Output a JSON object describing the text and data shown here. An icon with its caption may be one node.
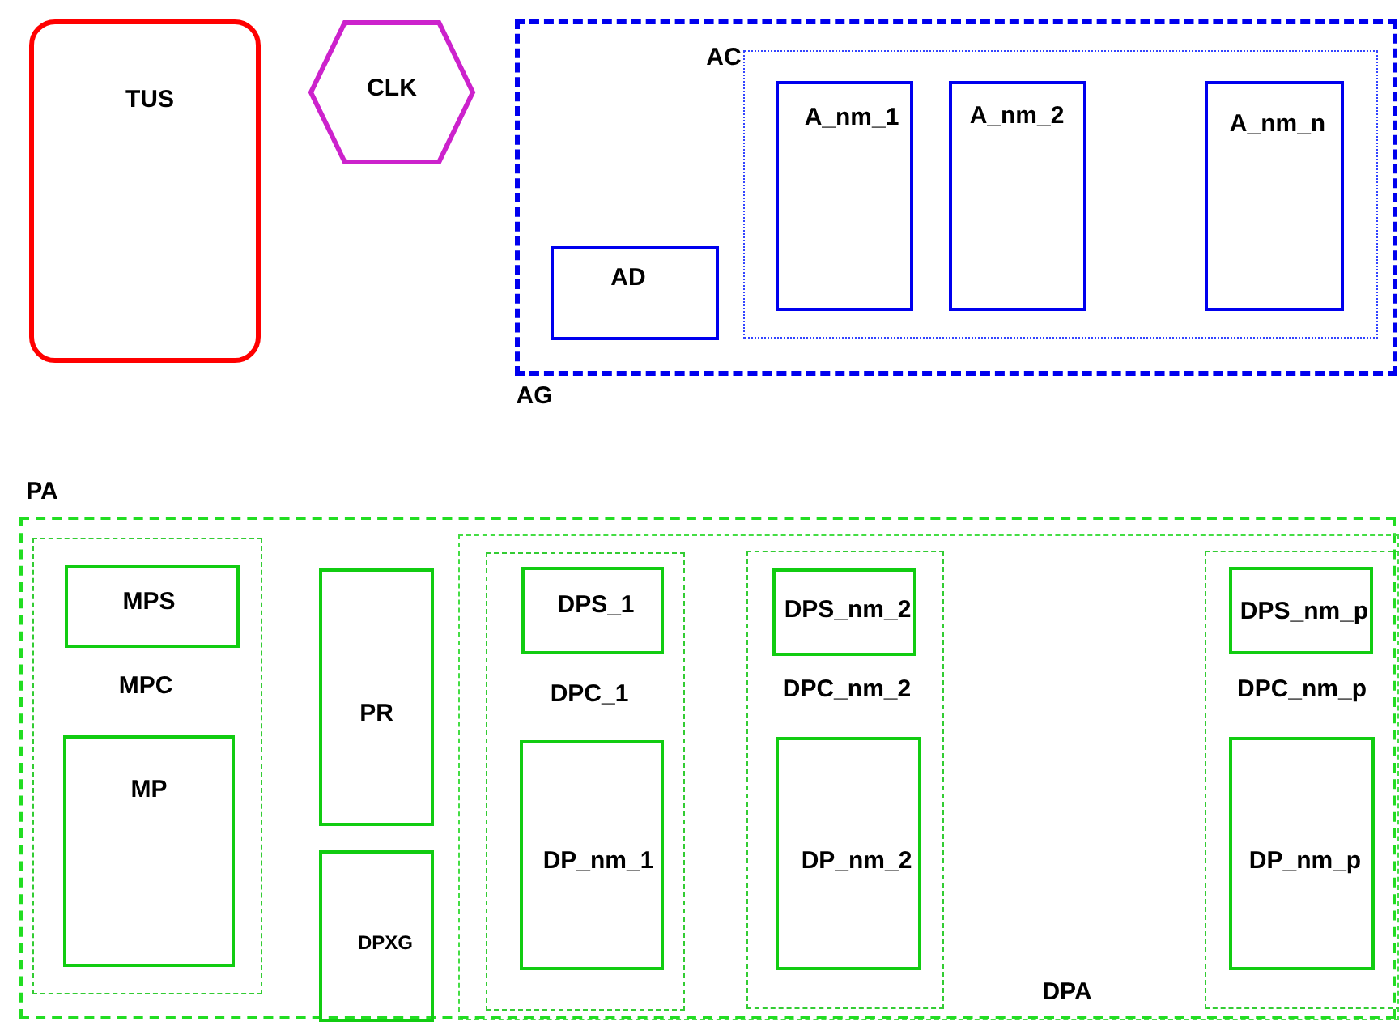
{
  "diagram": {
    "nodes": [
      {
        "text": [
          "TUS"
        ]
      },
      {
        "text": [
          "CLK"
        ]
      },
      {
        "text": [
          "AG"
        ]
      },
      {
        "text": [
          "AD"
        ],
        "in": 2
      },
      {
        "text": [
          "AC"
        ],
        "in": 2
      },
      {
        "text": [
          "A_nm_1"
        ],
        "in": 4
      },
      {
        "text": [
          "A_nm_2"
        ],
        "in": 4
      },
      {
        "text": [
          "A_nm_n"
        ],
        "in": 4
      },
      {
        "text": [
          "PA"
        ]
      },
      {
        "text": [
          "MPC"
        ],
        "in": 8
      },
      {
        "text": [
          "MPS"
        ],
        "in": 9
      },
      {
        "text": [
          "MP"
        ],
        "in": 9
      },
      {
        "text": [
          "PR"
        ],
        "in": 8
      },
      {
        "text": [
          "DPXG"
        ],
        "in": 8
      },
      {
        "text": [
          "DPA"
        ],
        "in": 8
      },
      {
        "text": [
          "DPC_1"
        ],
        "in": 14
      },
      {
        "text": [
          "DPS_1"
        ],
        "in": 15
      },
      {
        "text": [
          "DP_nm_1"
        ],
        "in": 15
      },
      {
        "text": [
          "DPC_nm_2"
        ],
        "in": 14
      },
      {
        "text": [
          "DPS_nm_2"
        ],
        "in": 18
      },
      {
        "text": [
          "DP_nm_2"
        ],
        "in": 18
      },
      {
        "text": [
          "DPC_nm_p"
        ],
        "in": 14
      },
      {
        "text": [
          "DPS_nm_p"
        ],
        "in": 21
      },
      {
        "text": [
          "DP_nm_p"
        ],
        "in": 21
      }
    ]
  }
}
